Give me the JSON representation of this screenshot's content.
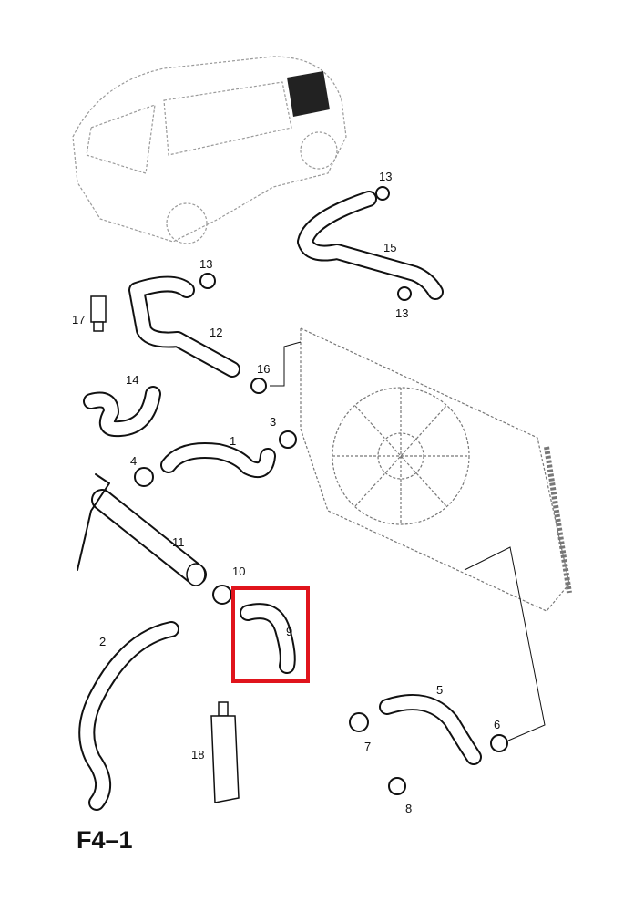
{
  "figure_id": "F4–1",
  "highlight_color": "#e0141c",
  "highlighted_part": "9",
  "parts": {
    "p13a": "13",
    "p15": "15",
    "p13b": "13",
    "p13c": "13",
    "p17": "17",
    "p12": "12",
    "p16": "16",
    "p14": "14",
    "p3": "3",
    "p1": "1",
    "p4": "4",
    "p11": "11",
    "p10": "10",
    "p9": "9",
    "p2": "2",
    "p5": "5",
    "p6": "6",
    "p7": "7",
    "p18": "18",
    "p8": "8"
  }
}
